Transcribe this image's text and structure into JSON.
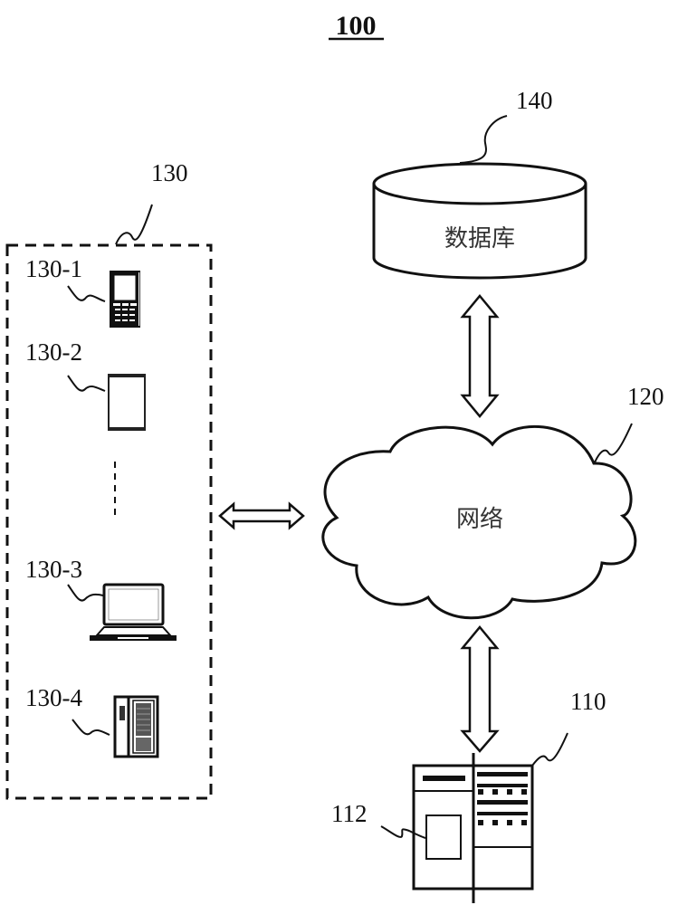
{
  "figure": {
    "title": "100"
  },
  "terminals": {
    "ref": "130",
    "devices": [
      {
        "ref": "130-1",
        "icon": "mobile-phone-icon"
      },
      {
        "ref": "130-2",
        "icon": "tablet-icon"
      },
      {
        "ref": "130-3",
        "icon": "laptop-icon"
      },
      {
        "ref": "130-4",
        "icon": "desktop-computer-icon"
      }
    ]
  },
  "database": {
    "ref": "140",
    "label": "数据库"
  },
  "network": {
    "ref": "120",
    "label": "网络"
  },
  "server": {
    "ref": "110",
    "processor_ref": "112"
  },
  "connections": [
    {
      "from": "130",
      "to": "120",
      "type": "bidirectional"
    },
    {
      "from": "140",
      "to": "120",
      "type": "bidirectional"
    },
    {
      "from": "120",
      "to": "110",
      "type": "bidirectional"
    }
  ]
}
